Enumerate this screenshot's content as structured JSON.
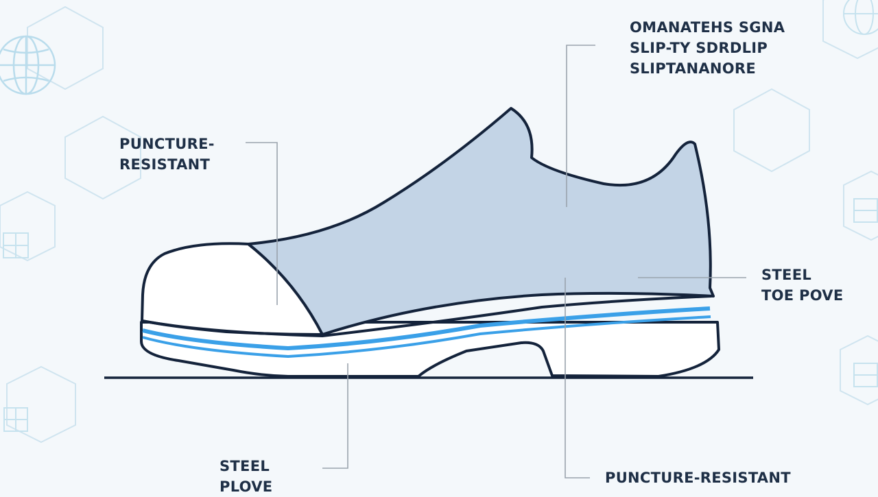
{
  "colors": {
    "background": "#f4f8fb",
    "outline": "#14233b",
    "upper_fill": "#c3d4e6",
    "accent_blue": "#3aa0e8",
    "leader_line": "#9aa3ad",
    "text": "#1e2f46"
  },
  "labels": {
    "top_right": [
      "OMANATEHS SGNA",
      "SLIP-TY SDRDLIP",
      "SLIPTANANORE"
    ],
    "left": [
      "PUNCTURE-",
      "RESISTANT"
    ],
    "right": [
      "STEEL",
      "TOE POVE"
    ],
    "bottom_left": [
      "STEEL",
      "PLOVE"
    ],
    "bottom_right": [
      "PUNCTURE-RESISTANT"
    ]
  },
  "background_icons": [
    "globe-icon",
    "hexagon-pattern"
  ]
}
